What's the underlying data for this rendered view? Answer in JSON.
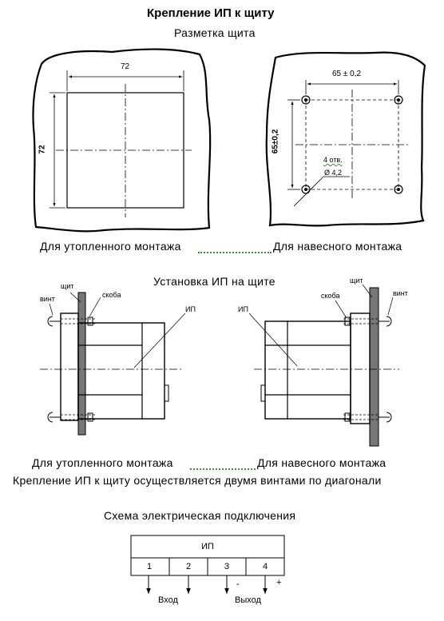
{
  "title": "Крепление ИП к щиту",
  "marking": {
    "title": "Разметка щита",
    "flush": {
      "width_label": "72",
      "height_label": "72"
    },
    "surface": {
      "width_label": "65 ± 0,2",
      "height_label": "65±0,2",
      "holes_label": "4 отв.",
      "diameter_label": "Ø 4,2"
    },
    "caption_left": "Для утопленного монтажа",
    "caption_right": "Для навесного монтажа"
  },
  "install": {
    "title": "Установка ИП на щите",
    "left": {
      "screw_label": "винт",
      "panel_label": "щит",
      "bracket_label": "скоба",
      "device_label": "ИП"
    },
    "right": {
      "screw_label": "винт",
      "panel_label": "щит",
      "bracket_label": "скоба",
      "device_label": "ИП"
    },
    "caption_left": "Для утопленного монтажа",
    "caption_right": "Для навесного монтажа",
    "note": "Крепление ИП к щиту осуществляется двумя винтами по диагонали"
  },
  "scheme": {
    "title": "Схема электрическая подключения",
    "device_label": "ИП",
    "terminals": [
      "1",
      "2",
      "3",
      "4"
    ],
    "input_label": "Вход",
    "output_label": "Выход",
    "minus_label": "-",
    "plus_label": "+"
  }
}
